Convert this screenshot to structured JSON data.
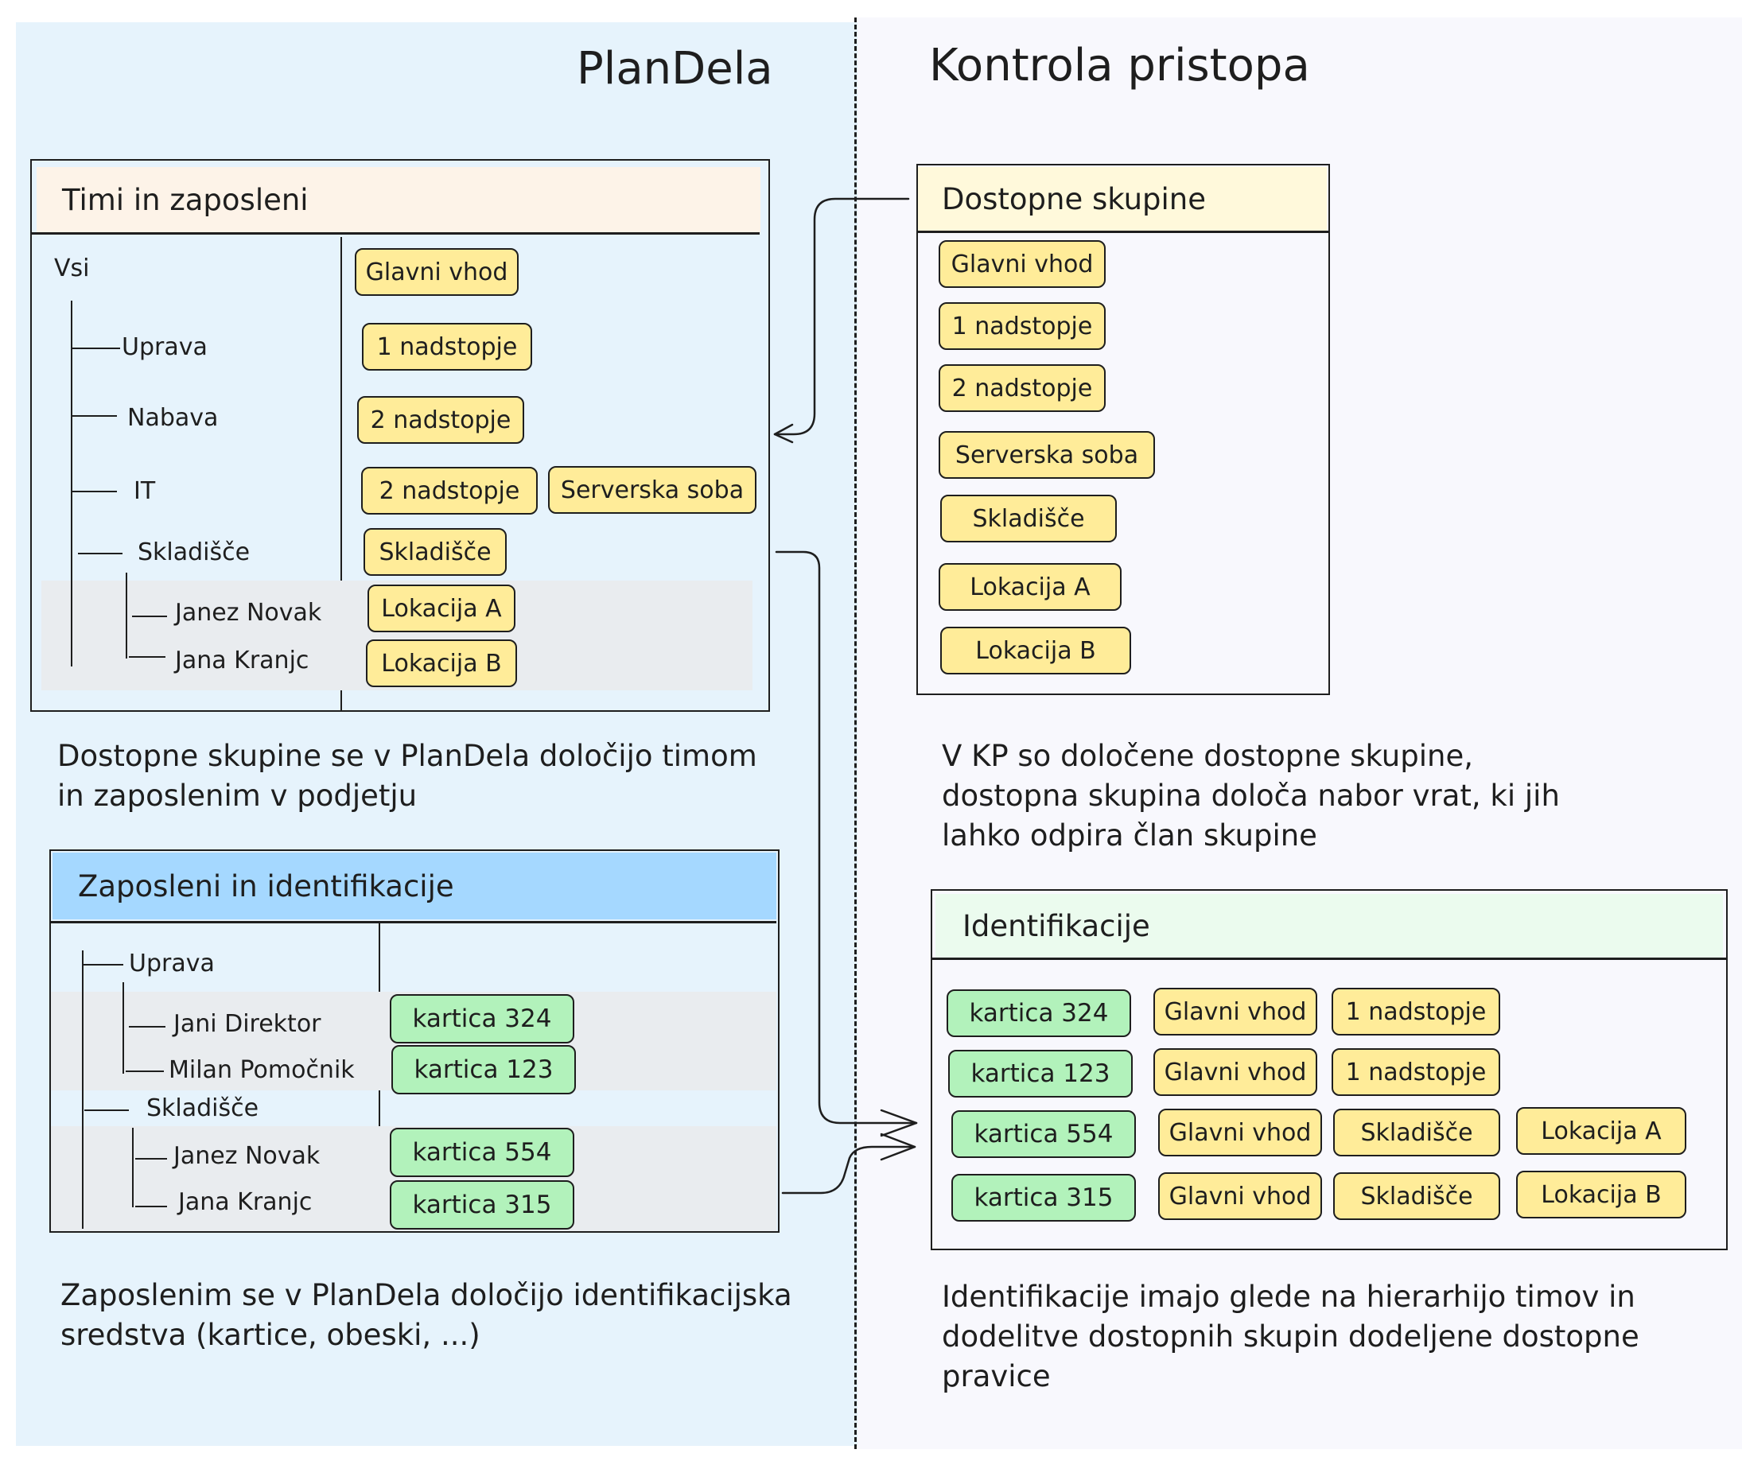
{
  "colors": {
    "left_zone": "#e6f3fc",
    "right_zone": "#f8f8fd",
    "yellow_pill": "#ffec99",
    "green_pill": "#b2f2bb",
    "shade": "#e9ecef",
    "teams_header": "#fdf3e8",
    "employees_header": "#a5d8ff",
    "groups_header": "#fff9db",
    "id_header": "#ebfbee"
  },
  "left": {
    "title": "PlanDela",
    "teams": {
      "header": "Timi in zaposleni",
      "tree": [
        "Vsi",
        "Uprava",
        "Nabava",
        "IT",
        "Skladišče",
        "Janez Novak",
        "Jana Kranjc"
      ],
      "groups": [
        "Glavni vhod",
        "1 nadstopje",
        "2 nadstopje",
        "2 nadstopje",
        "Serverska soba",
        "Skladišče",
        "Lokacija A",
        "Lokacija B"
      ]
    },
    "note1": [
      "Dostopne skupine se v PlanDela določijo timom",
      "in zaposlenim v podjetju"
    ],
    "employees": {
      "header": "Zaposleni in identifikacije",
      "tree": [
        "Uprava",
        "Jani Direktor",
        "Milan Pomočnik",
        "Skladišče",
        "Janez Novak",
        "Jana Kranjc"
      ],
      "cards": [
        "kartica 324",
        "kartica 123",
        "kartica 554",
        "kartica 315"
      ]
    },
    "note2": [
      "Zaposlenim se v PlanDela določijo identifikacijska",
      "sredstva (kartice, obeski, ...)"
    ]
  },
  "right": {
    "title": "Kontrola pristopa",
    "groups": {
      "header": "Dostopne skupine",
      "items": [
        "Glavni vhod",
        "1 nadstopje",
        "2 nadstopje",
        "Serverska soba",
        "Skladišče",
        "Lokacija A",
        "Lokacija B"
      ]
    },
    "note1": [
      "V KP so določene dostopne skupine,",
      "dostopna skupina določa nabor vrat, ki jih",
      "lahko odpira član skupine"
    ],
    "ids": {
      "header": "Identifikacije",
      "rows": [
        {
          "card": "kartica 324",
          "groups": [
            "Glavni vhod",
            "1 nadstopje"
          ]
        },
        {
          "card": "kartica 123",
          "groups": [
            "Glavni vhod",
            "1 nadstopje"
          ]
        },
        {
          "card": "kartica 554",
          "groups": [
            "Glavni vhod",
            "Skladišče",
            "Lokacija A"
          ]
        },
        {
          "card": "kartica 315",
          "groups": [
            "Glavni vhod",
            "Skladišče",
            "Lokacija B"
          ]
        }
      ]
    },
    "note2": [
      "Identifikacije imajo glede na hierarhijo timov in",
      "dodelitve dostopnih skupin dodeljene dostopne",
      "pravice"
    ]
  }
}
